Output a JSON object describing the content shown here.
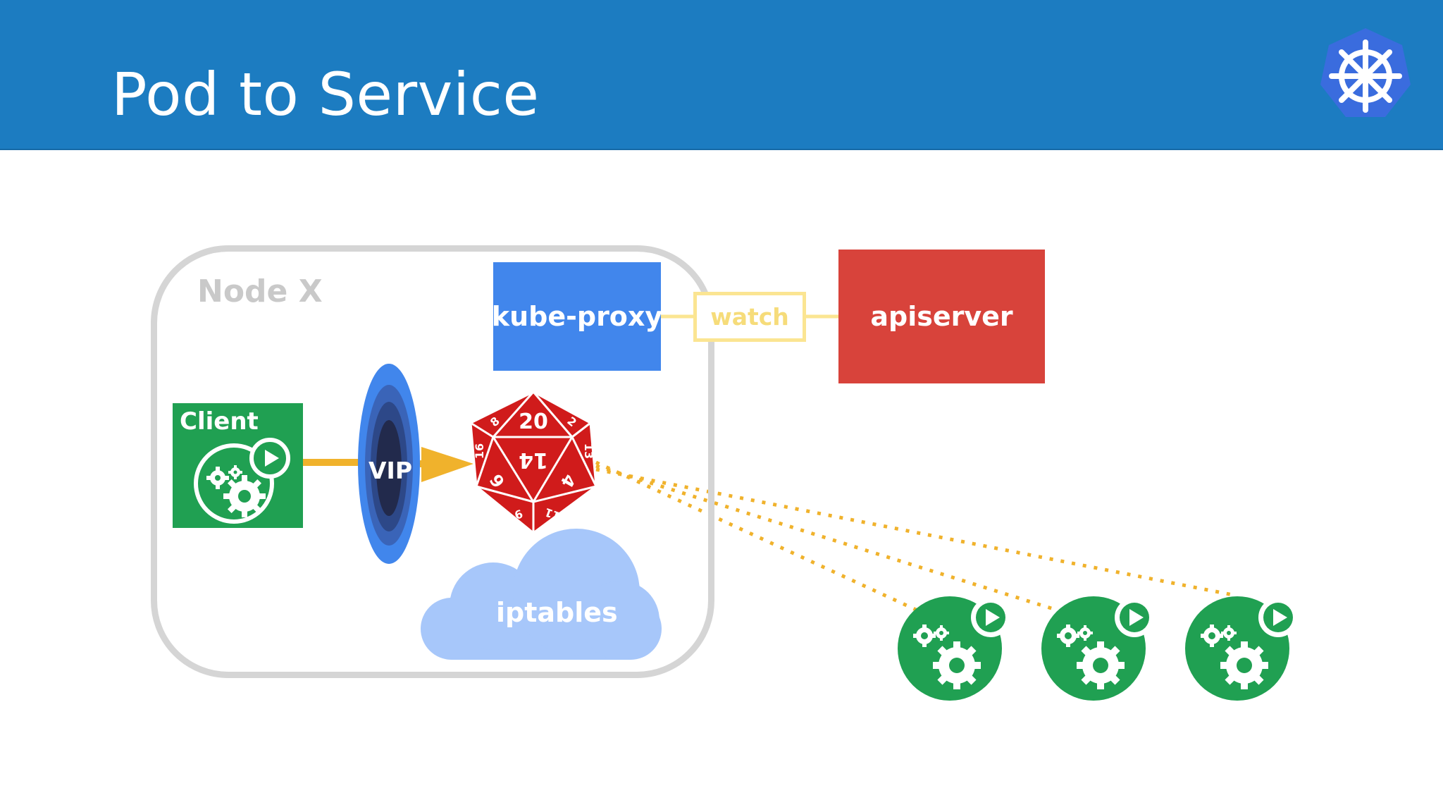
{
  "header": {
    "title": "Pod to Service"
  },
  "node": {
    "label": "Node X"
  },
  "kube_proxy": {
    "label": "kube-proxy"
  },
  "watch": {
    "label": "watch"
  },
  "apiserver": {
    "label": "apiserver"
  },
  "client": {
    "label": "Client"
  },
  "vip": {
    "label": "VIP"
  },
  "dice": {
    "faces": [
      "20",
      "14",
      "6",
      "4",
      "2",
      "8",
      "13",
      "16",
      "9",
      "11"
    ]
  },
  "iptables": {
    "label": "iptables"
  },
  "backend_pods": {
    "count": 3
  },
  "colors": {
    "header_blue": "#1c7cc1",
    "kube_proxy_blue": "#4186ec",
    "apiserver_red": "#d8433b",
    "client_green": "#20a052",
    "arrow_orange": "#f0b22c",
    "watch_yellow": "#fbe592",
    "cloud_blue": "#a7c7fa",
    "dice_red": "#d01b1b"
  },
  "icons": {
    "logo": "kubernetes-helm-wheel-icon",
    "client": "gears-play-icon",
    "vip": "portal-icon",
    "dice": "d20-dice-icon",
    "iptables": "cloud-icon"
  }
}
